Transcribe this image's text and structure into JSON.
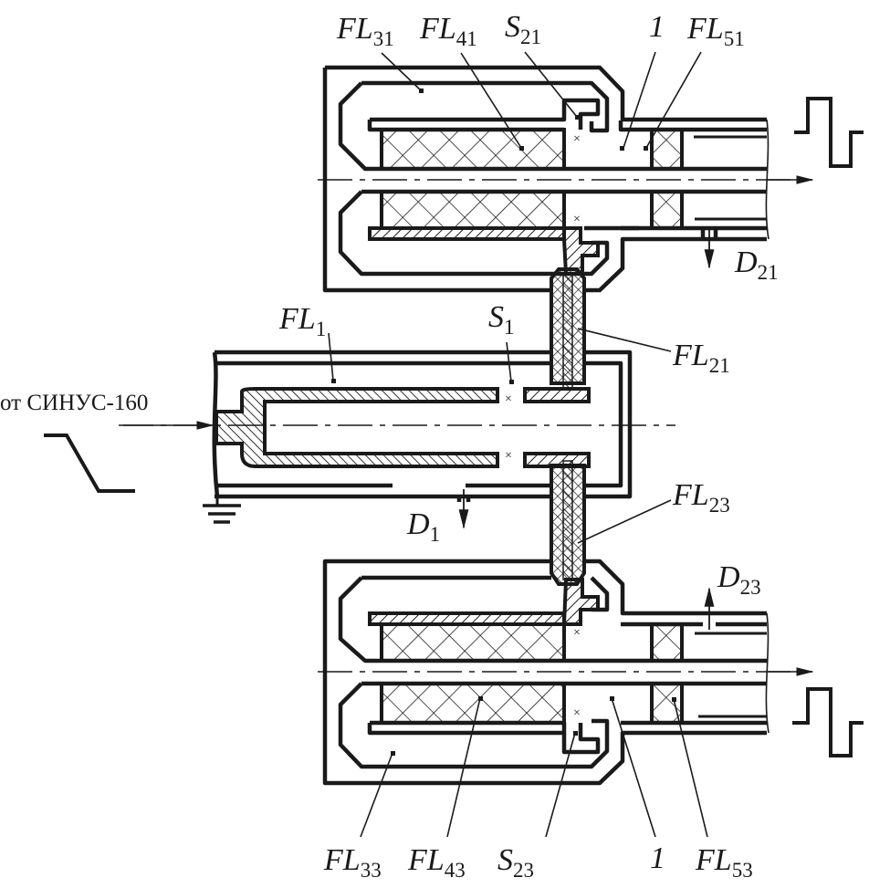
{
  "title": "Pulse-forming line assembly fed from SINUS-160",
  "input": {
    "label": "от СИНУС-160"
  },
  "labels": {
    "fl31": {
      "main": "FL",
      "sub": "31"
    },
    "fl41": {
      "main": "FL",
      "sub": "41"
    },
    "s21": {
      "main": "S",
      "sub": "21"
    },
    "one_top": {
      "main": "1"
    },
    "fl51": {
      "main": "FL",
      "sub": "51"
    },
    "d21": {
      "main": "D",
      "sub": "21"
    },
    "fl1": {
      "main": "FL",
      "sub": "1"
    },
    "s1": {
      "main": "S",
      "sub": "1"
    },
    "fl21": {
      "main": "FL",
      "sub": "21"
    },
    "fl23": {
      "main": "FL",
      "sub": "23"
    },
    "d1": {
      "main": "D",
      "sub": "1"
    },
    "d23": {
      "main": "D",
      "sub": "23"
    },
    "fl33": {
      "main": "FL",
      "sub": "33"
    },
    "fl43": {
      "main": "FL",
      "sub": "43"
    },
    "s23": {
      "main": "S",
      "sub": "23"
    },
    "one_bottom": {
      "main": "1"
    },
    "fl53": {
      "main": "FL",
      "sub": "53"
    }
  },
  "colors": {
    "ink": "#1a1a1a",
    "background": "#ffffff"
  }
}
